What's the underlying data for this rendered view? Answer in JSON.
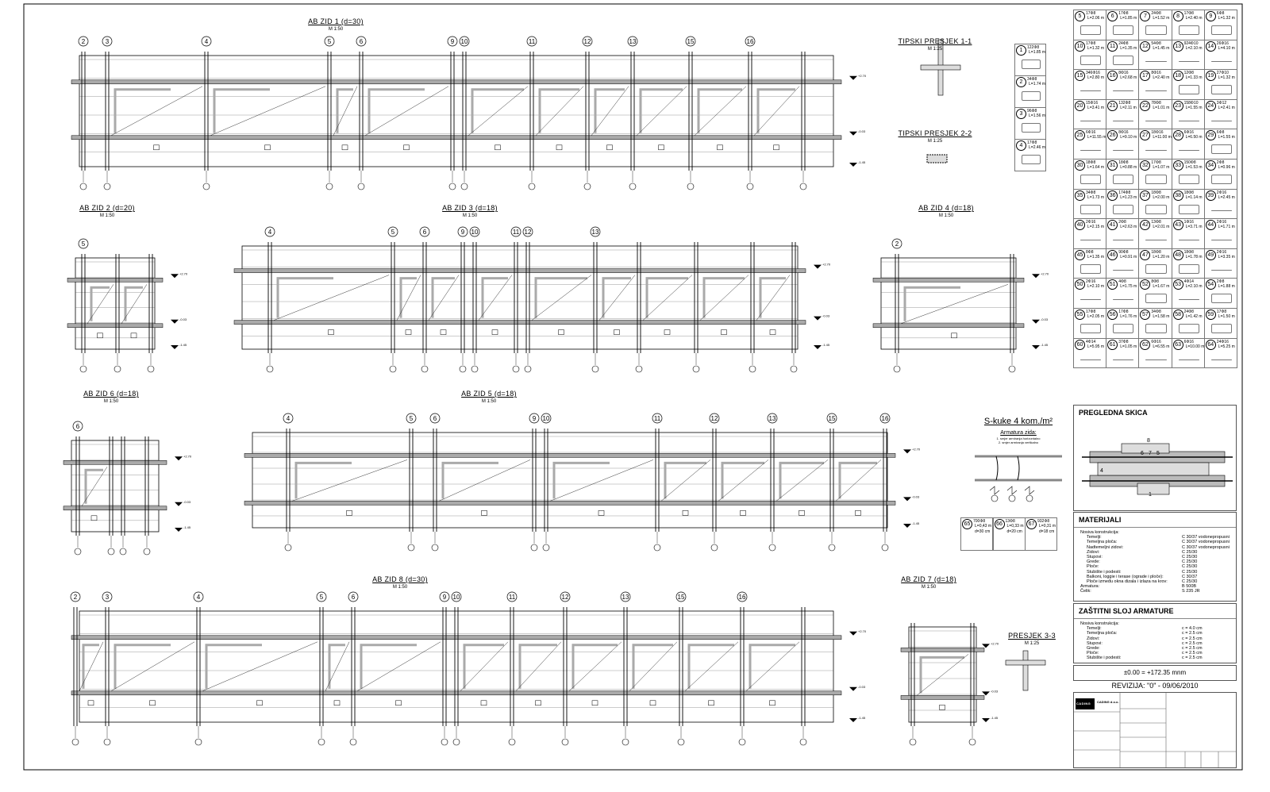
{
  "walls": [
    {
      "id": "zid1",
      "title": "AB ZID 1 (d=30)",
      "scale": "M 1:50",
      "axes": [
        "2",
        "3",
        "4",
        "5",
        "6",
        "9",
        "10",
        "11",
        "12",
        "13",
        "15",
        "16"
      ]
    },
    {
      "id": "zid2",
      "title": "AB ZID 2 (d=20)",
      "scale": "M 1:50",
      "axes": [
        "5"
      ]
    },
    {
      "id": "zid3",
      "title": "AB ZID 3 (d=18)",
      "scale": "M 1:50",
      "axes": [
        "4",
        "5",
        "6",
        "9",
        "10",
        "11",
        "12",
        "13"
      ]
    },
    {
      "id": "zid4",
      "title": "AB ZID 4 (d=18)",
      "scale": "M 1:50",
      "axes": [
        "2"
      ]
    },
    {
      "id": "zid6",
      "title": "AB ZID 6 (d=18)",
      "scale": "M 1:50",
      "axes": [
        "6"
      ]
    },
    {
      "id": "zid5",
      "title": "AB ZID 5 (d=18)",
      "scale": "M 1:50",
      "axes": [
        "4",
        "5",
        "6",
        "9",
        "10",
        "11",
        "12",
        "13",
        "15",
        "16"
      ]
    },
    {
      "id": "zid8",
      "title": "AB ZID 8 (d=30)",
      "scale": "M 1:50",
      "axes": [
        "2",
        "3",
        "4",
        "5",
        "6",
        "9",
        "10",
        "11",
        "12",
        "13",
        "15",
        "16"
      ]
    },
    {
      "id": "zid7",
      "title": "AB ZID 7 (d=18)",
      "scale": "M 1:50",
      "axes": []
    }
  ],
  "levels": [
    "+2.70",
    "-0.03",
    "-1.45"
  ],
  "sections": [
    {
      "title": "TIPSKI PRESJEK 1-1",
      "scale": "M 1:25"
    },
    {
      "title": "TIPSKI PRESJEK 2-2",
      "scale": "M 1:25"
    },
    {
      "title": "PRESJEK 3-3",
      "scale": "M 1:25"
    }
  ],
  "s_hooks": {
    "title": "S-kuke 4 kom./m²",
    "subtitle": "Armatura zida:",
    "notes": [
      "1. smjer armiranja horizontalno",
      "2. smjer armiranja vertikalno"
    ],
    "items": [
      {
        "n": "65",
        "spec": "700Φ8",
        "length": "L=0,43 m",
        "d": "d=30 cm"
      },
      {
        "n": "66",
        "spec": "13Φ8",
        "length": "L=0,33 m",
        "d": "d=20 cm"
      },
      {
        "n": "67",
        "spec": "932Φ8",
        "length": "L=0,31 m",
        "d": "d=18 cm"
      }
    ]
  },
  "bars_left": [
    {
      "n": "1",
      "spec": "122Φ8",
      "length": "L=1.85 m"
    },
    {
      "n": "2",
      "spec": "34Φ8",
      "length": "L=1.74 m"
    },
    {
      "n": "3",
      "spec": "96Φ8",
      "length": "L=1.56 m"
    },
    {
      "n": "4",
      "spec": "17Φ8",
      "length": "L=2.46 m"
    }
  ],
  "bars": [
    {
      "n": "5",
      "spec": "17Φ8",
      "length": "L=2.06 m",
      "shape": "rect"
    },
    {
      "n": "6",
      "spec": "17Φ8",
      "length": "L=1.85 m",
      "shape": "rect"
    },
    {
      "n": "7",
      "spec": "24Φ8",
      "length": "L=1.52 m",
      "shape": "rect"
    },
    {
      "n": "8",
      "spec": "17Φ8",
      "length": "L=2.40 m",
      "shape": "rect"
    },
    {
      "n": "9",
      "spec": "6Φ8",
      "length": "L=1.32 m",
      "shape": "rect"
    },
    {
      "n": "10",
      "spec": "17Φ8",
      "length": "L=1.32 m",
      "shape": "rect"
    },
    {
      "n": "11",
      "spec": "24Φ8",
      "length": "L=1.35 m",
      "shape": "rect"
    },
    {
      "n": "12",
      "spec": "54Φ8",
      "length": "L=1.45 m",
      "shape": "bar"
    },
    {
      "n": "13",
      "spec": "924Φ10",
      "length": "L=2.10 m",
      "shape": "bar"
    },
    {
      "n": "14",
      "spec": "26Φ16",
      "length": "L=4.10 m",
      "shape": "bar"
    },
    {
      "n": "15",
      "spec": "346Φ16",
      "length": "L=2.80 m",
      "shape": "bar"
    },
    {
      "n": "16",
      "spec": "8Φ16",
      "length": "L=2.68 m",
      "shape": "bar"
    },
    {
      "n": "17",
      "spec": "8Φ16",
      "length": "L=2.40 m",
      "shape": "bar"
    },
    {
      "n": "18",
      "spec": "12Φ8",
      "length": "L=1.33 m",
      "shape": "rect"
    },
    {
      "n": "19",
      "spec": "27Φ10",
      "length": "L=1.32 m",
      "shape": "rect"
    },
    {
      "n": "20",
      "spec": "15Φ16",
      "length": "L=3.41 m",
      "shape": "bar"
    },
    {
      "n": "21",
      "spec": "132Φ8",
      "length": "L=2.11 m",
      "shape": "bar"
    },
    {
      "n": "22",
      "spec": "78Φ8",
      "length": "L=1.01 m",
      "shape": "bar"
    },
    {
      "n": "23",
      "spec": "158Φ10",
      "length": "L=1.55 m",
      "shape": "bar"
    },
    {
      "n": "24",
      "spec": "3Φ12",
      "length": "L=2.41 m",
      "shape": "bar"
    },
    {
      "n": "25",
      "spec": "6Φ16",
      "length": "L=11.55 m",
      "shape": "bar"
    },
    {
      "n": "26",
      "spec": "8Φ16",
      "length": "L=9.10 m",
      "shape": "bar"
    },
    {
      "n": "27",
      "spec": "18Φ16",
      "length": "L=11.00 m",
      "shape": "bar"
    },
    {
      "n": "28",
      "spec": "6Φ16",
      "length": "L=6.50 m",
      "shape": "bar"
    },
    {
      "n": "29",
      "spec": "6Φ8",
      "length": "L=1.55 m",
      "shape": "rect"
    },
    {
      "n": "30",
      "spec": "18Φ8",
      "length": "L=1.64 m",
      "shape": "rect"
    },
    {
      "n": "31",
      "spec": "18Φ8",
      "length": "L=0.88 m",
      "shape": "rect"
    },
    {
      "n": "32",
      "spec": "17Φ8",
      "length": "L=1.07 m",
      "shape": "rect"
    },
    {
      "n": "33",
      "spec": "150Φ8",
      "length": "L=1.53 m",
      "shape": "rect"
    },
    {
      "n": "34",
      "spec": "2Φ8",
      "length": "L=0.96 m",
      "shape": "rect"
    },
    {
      "n": "35",
      "spec": "34Φ8",
      "length": "L=1.73 m",
      "shape": "rect"
    },
    {
      "n": "36",
      "spec": "174Φ8",
      "length": "L=1.23 m",
      "shape": "rect"
    },
    {
      "n": "37",
      "spec": "18Φ8",
      "length": "L=2.00 m",
      "shape": "rect"
    },
    {
      "n": "38",
      "spec": "18Φ8",
      "length": "L=1.14 m",
      "shape": "rect"
    },
    {
      "n": "39",
      "spec": "2Φ16",
      "length": "L=2.45 m",
      "shape": "bar"
    },
    {
      "n": "40",
      "spec": "2Φ16",
      "length": "L=2.15 m",
      "shape": "bar"
    },
    {
      "n": "41",
      "spec": "2Φ8",
      "length": "L=2.63 m",
      "shape": "bar"
    },
    {
      "n": "42",
      "spec": "13Φ8",
      "length": "L=2.01 m",
      "shape": "bar"
    },
    {
      "n": "43",
      "spec": "1Φ16",
      "length": "L=3.71 m",
      "shape": "bar"
    },
    {
      "n": "44",
      "spec": "2Φ16",
      "length": "L=1.71 m",
      "shape": "bar"
    },
    {
      "n": "45",
      "spec": "8Φ8",
      "length": "L=1.35 m",
      "shape": "rect"
    },
    {
      "n": "46",
      "spec": "90Φ8",
      "length": "L=0.91 m",
      "shape": "bar"
    },
    {
      "n": "47",
      "spec": "18Φ8",
      "length": "L=1.20 m",
      "shape": "rect"
    },
    {
      "n": "48",
      "spec": "18Φ8",
      "length": "L=1.78 m",
      "shape": "rect"
    },
    {
      "n": "49",
      "spec": "2Φ16",
      "length": "L=3.35 m",
      "shape": "bar"
    },
    {
      "n": "50",
      "spec": "2Φ16",
      "length": "L=2.10 m",
      "shape": "bar"
    },
    {
      "n": "51",
      "spec": "4Φ8",
      "length": "L=1.75 m",
      "shape": "bar"
    },
    {
      "n": "52",
      "spec": "8Φ8",
      "length": "L=1.67 m",
      "shape": "rect"
    },
    {
      "n": "53",
      "spec": "4Φ14",
      "length": "L=2.10 m",
      "shape": "bar"
    },
    {
      "n": "54",
      "spec": "2Φ8",
      "length": "L=1.88 m",
      "shape": "rect"
    },
    {
      "n": "55",
      "spec": "17Φ8",
      "length": "L=2.05 m",
      "shape": "rect"
    },
    {
      "n": "56",
      "spec": "17Φ8",
      "length": "L=1.76 m",
      "shape": "rect"
    },
    {
      "n": "57",
      "spec": "34Φ8",
      "length": "L=1.58 m",
      "shape": "rect"
    },
    {
      "n": "58",
      "spec": "24Φ8",
      "length": "L=1.42 m",
      "shape": "rect"
    },
    {
      "n": "59",
      "spec": "17Φ8",
      "length": "L=1.50 m",
      "shape": "rect"
    },
    {
      "n": "60",
      "spec": "4Φ14",
      "length": "L=5.95 m",
      "shape": "bar"
    },
    {
      "n": "61",
      "spec": "37Φ8",
      "length": "L=1.05 m",
      "shape": "bar"
    },
    {
      "n": "62",
      "spec": "6Φ16",
      "length": "L=6.55 m",
      "shape": "bar"
    },
    {
      "n": "63",
      "spec": "6Φ16",
      "length": "L=10.00 m",
      "shape": "bar"
    },
    {
      "n": "64",
      "spec": "24Φ16",
      "length": "L=5.25 m",
      "shape": "bar"
    }
  ],
  "overview": {
    "title": "PREGLEDNA SKICA",
    "labels": [
      "4",
      "5",
      "6",
      "7",
      "8",
      "1"
    ]
  },
  "materials": {
    "title": "MATERIJALI",
    "group": "Nosiva konstrukcija:",
    "items": [
      {
        "k": "Temelji:",
        "v": "C 30/37 vodonepropusni"
      },
      {
        "k": "Temeljna ploča:",
        "v": "C 30/37 vodonepropusni"
      },
      {
        "k": "Nadtemeljni zidovi:",
        "v": "C 30/37 vodonepropusni"
      },
      {
        "k": "Zidovi:",
        "v": "C 25/30"
      },
      {
        "k": "Stupovi:",
        "v": "C 25/30"
      },
      {
        "k": "Grede:",
        "v": "C 25/30"
      },
      {
        "k": "Ploče:",
        "v": "C 25/30"
      },
      {
        "k": "Stubište i podesti:",
        "v": "C 25/30"
      },
      {
        "k": "Balkoni, loggie i terase (ograde i ploče):",
        "v": "C 30/37"
      },
      {
        "k": "Ploče između okna dizala i izlaza na krov:",
        "v": "C 25/30"
      }
    ],
    "extra": [
      {
        "k": "Armatura:",
        "v": "B 500B"
      },
      {
        "k": "Čelik:",
        "v": "S 235 JR"
      }
    ]
  },
  "cover": {
    "title": "ZAŠTITNI SLOJ ARMATURE",
    "group": "Nosiva konstrukcija:",
    "items": [
      {
        "k": "Temelji:",
        "v": "c = 4.0 cm"
      },
      {
        "k": "Temeljna ploča:",
        "v": "c = 2.5 cm"
      },
      {
        "k": "Zidovi:",
        "v": "c = 2.5 cm"
      },
      {
        "k": "Stupovi:",
        "v": "c = 2.5 cm"
      },
      {
        "k": "Grede:",
        "v": "c = 2.5 cm"
      },
      {
        "k": "Ploče:",
        "v": "c = 2.5 cm"
      },
      {
        "k": "Stubište i podesti:",
        "v": "c = 2.5 cm"
      }
    ]
  },
  "elevation_ref": "±0.00 = +172.35 mnm",
  "revision": "REVIZIJA:  \"0\"  -  09/06/2010",
  "title_block": {
    "logo": "CADING",
    "company": "CADING d.o.o."
  }
}
